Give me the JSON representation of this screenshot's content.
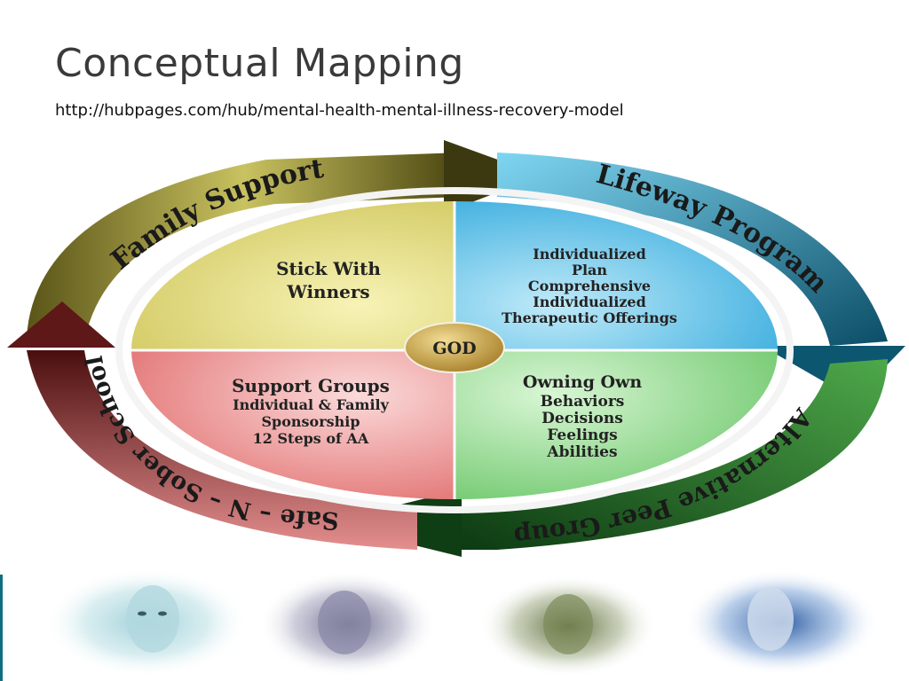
{
  "slide": {
    "title": "Conceptual Mapping",
    "url": "http://hubpages.com/hub/mental-health-mental-illness-recovery-model"
  },
  "diagram": {
    "center": "GOD",
    "ring": {
      "top_left": "Family Support",
      "top_right": "Lifeway Program",
      "bottom_right": "Alternative Peer Group",
      "left": "Safe – N – Sober School"
    },
    "quadrants": {
      "top_left": [
        "Stick With",
        "Winners"
      ],
      "top_right": [
        "Individualized",
        "Plan",
        "Comprehensive",
        "Individualized",
        "Therapeutic Offerings"
      ],
      "bottom_left": [
        "Support Groups",
        "Individual & Family",
        "Sponsorship",
        "12 Steps of AA"
      ],
      "bottom_right": [
        "Owning Own",
        "Behaviors",
        "Decisions",
        "Feelings",
        "Abilities"
      ]
    },
    "colors": {
      "yellow": "#e6e07a",
      "blue": "#5cc4ec",
      "red": "#ec8080",
      "green": "#8ed88a",
      "gold": "#c9a650"
    }
  },
  "faces": [
    "young-woman-face-icon",
    "man-face-icon",
    "teen-face-icon",
    "woman-profile-icon"
  ]
}
